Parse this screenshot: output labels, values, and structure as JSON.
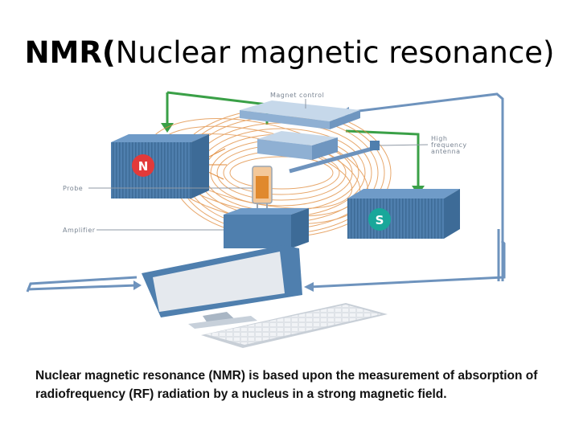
{
  "slide": {
    "title_bold": "NMR(",
    "title_rest": "Nuclear magnetic resonance)",
    "caption": "Nuclear magnetic resonance (NMR) is based upon the measurement of absorption of radiofrequency (RF) radiation by a nucleus in a strong magnetic field."
  },
  "diagram": {
    "labels": {
      "magnet_control": "Magnet control",
      "antenna_line1": "High",
      "antenna_line2": "frequency",
      "antenna_line3": "antenna",
      "probe": "Probe",
      "amplifier": "Amplifier",
      "north": "N",
      "south": "S"
    }
  },
  "colors": {
    "arrow_green": "#3aa047",
    "flow_blue": "#6e93bd",
    "magnet_blue": "#4f7fae",
    "field_orange": "#e08a3a",
    "north_red": "#e23a3a",
    "south_teal": "#19a79a",
    "panel_light": "#a9c4e0"
  }
}
